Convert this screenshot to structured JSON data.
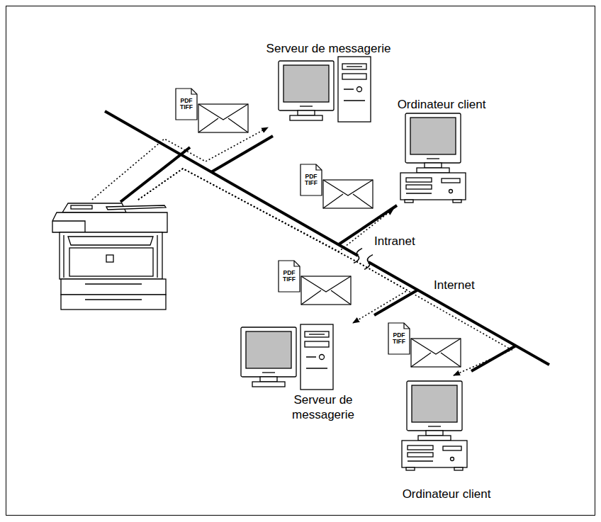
{
  "diagram": {
    "nodes": [
      {
        "text": [
          "Serveur de messagerie"
        ]
      },
      {
        "text": [
          "Ordinateur client"
        ]
      },
      {
        "text": []
      },
      {
        "text": [
          "Serveur de messagerie"
        ]
      },
      {
        "text": [
          "Ordinateur client"
        ]
      }
    ],
    "edges": [
      {
        "from": 2,
        "to": 0,
        "arrow": "to"
      },
      {
        "from": 2,
        "to": 1,
        "arrow": "to"
      },
      {
        "from": 2,
        "to": 3,
        "arrow": "to"
      },
      {
        "from": 2,
        "to": 4,
        "arrow": "to"
      }
    ],
    "labels": [
      "PDF TIFF",
      "PDF TIFF",
      "Intranet",
      "PDF TIFF",
      "Internet",
      "PDF TIFF"
    ]
  }
}
